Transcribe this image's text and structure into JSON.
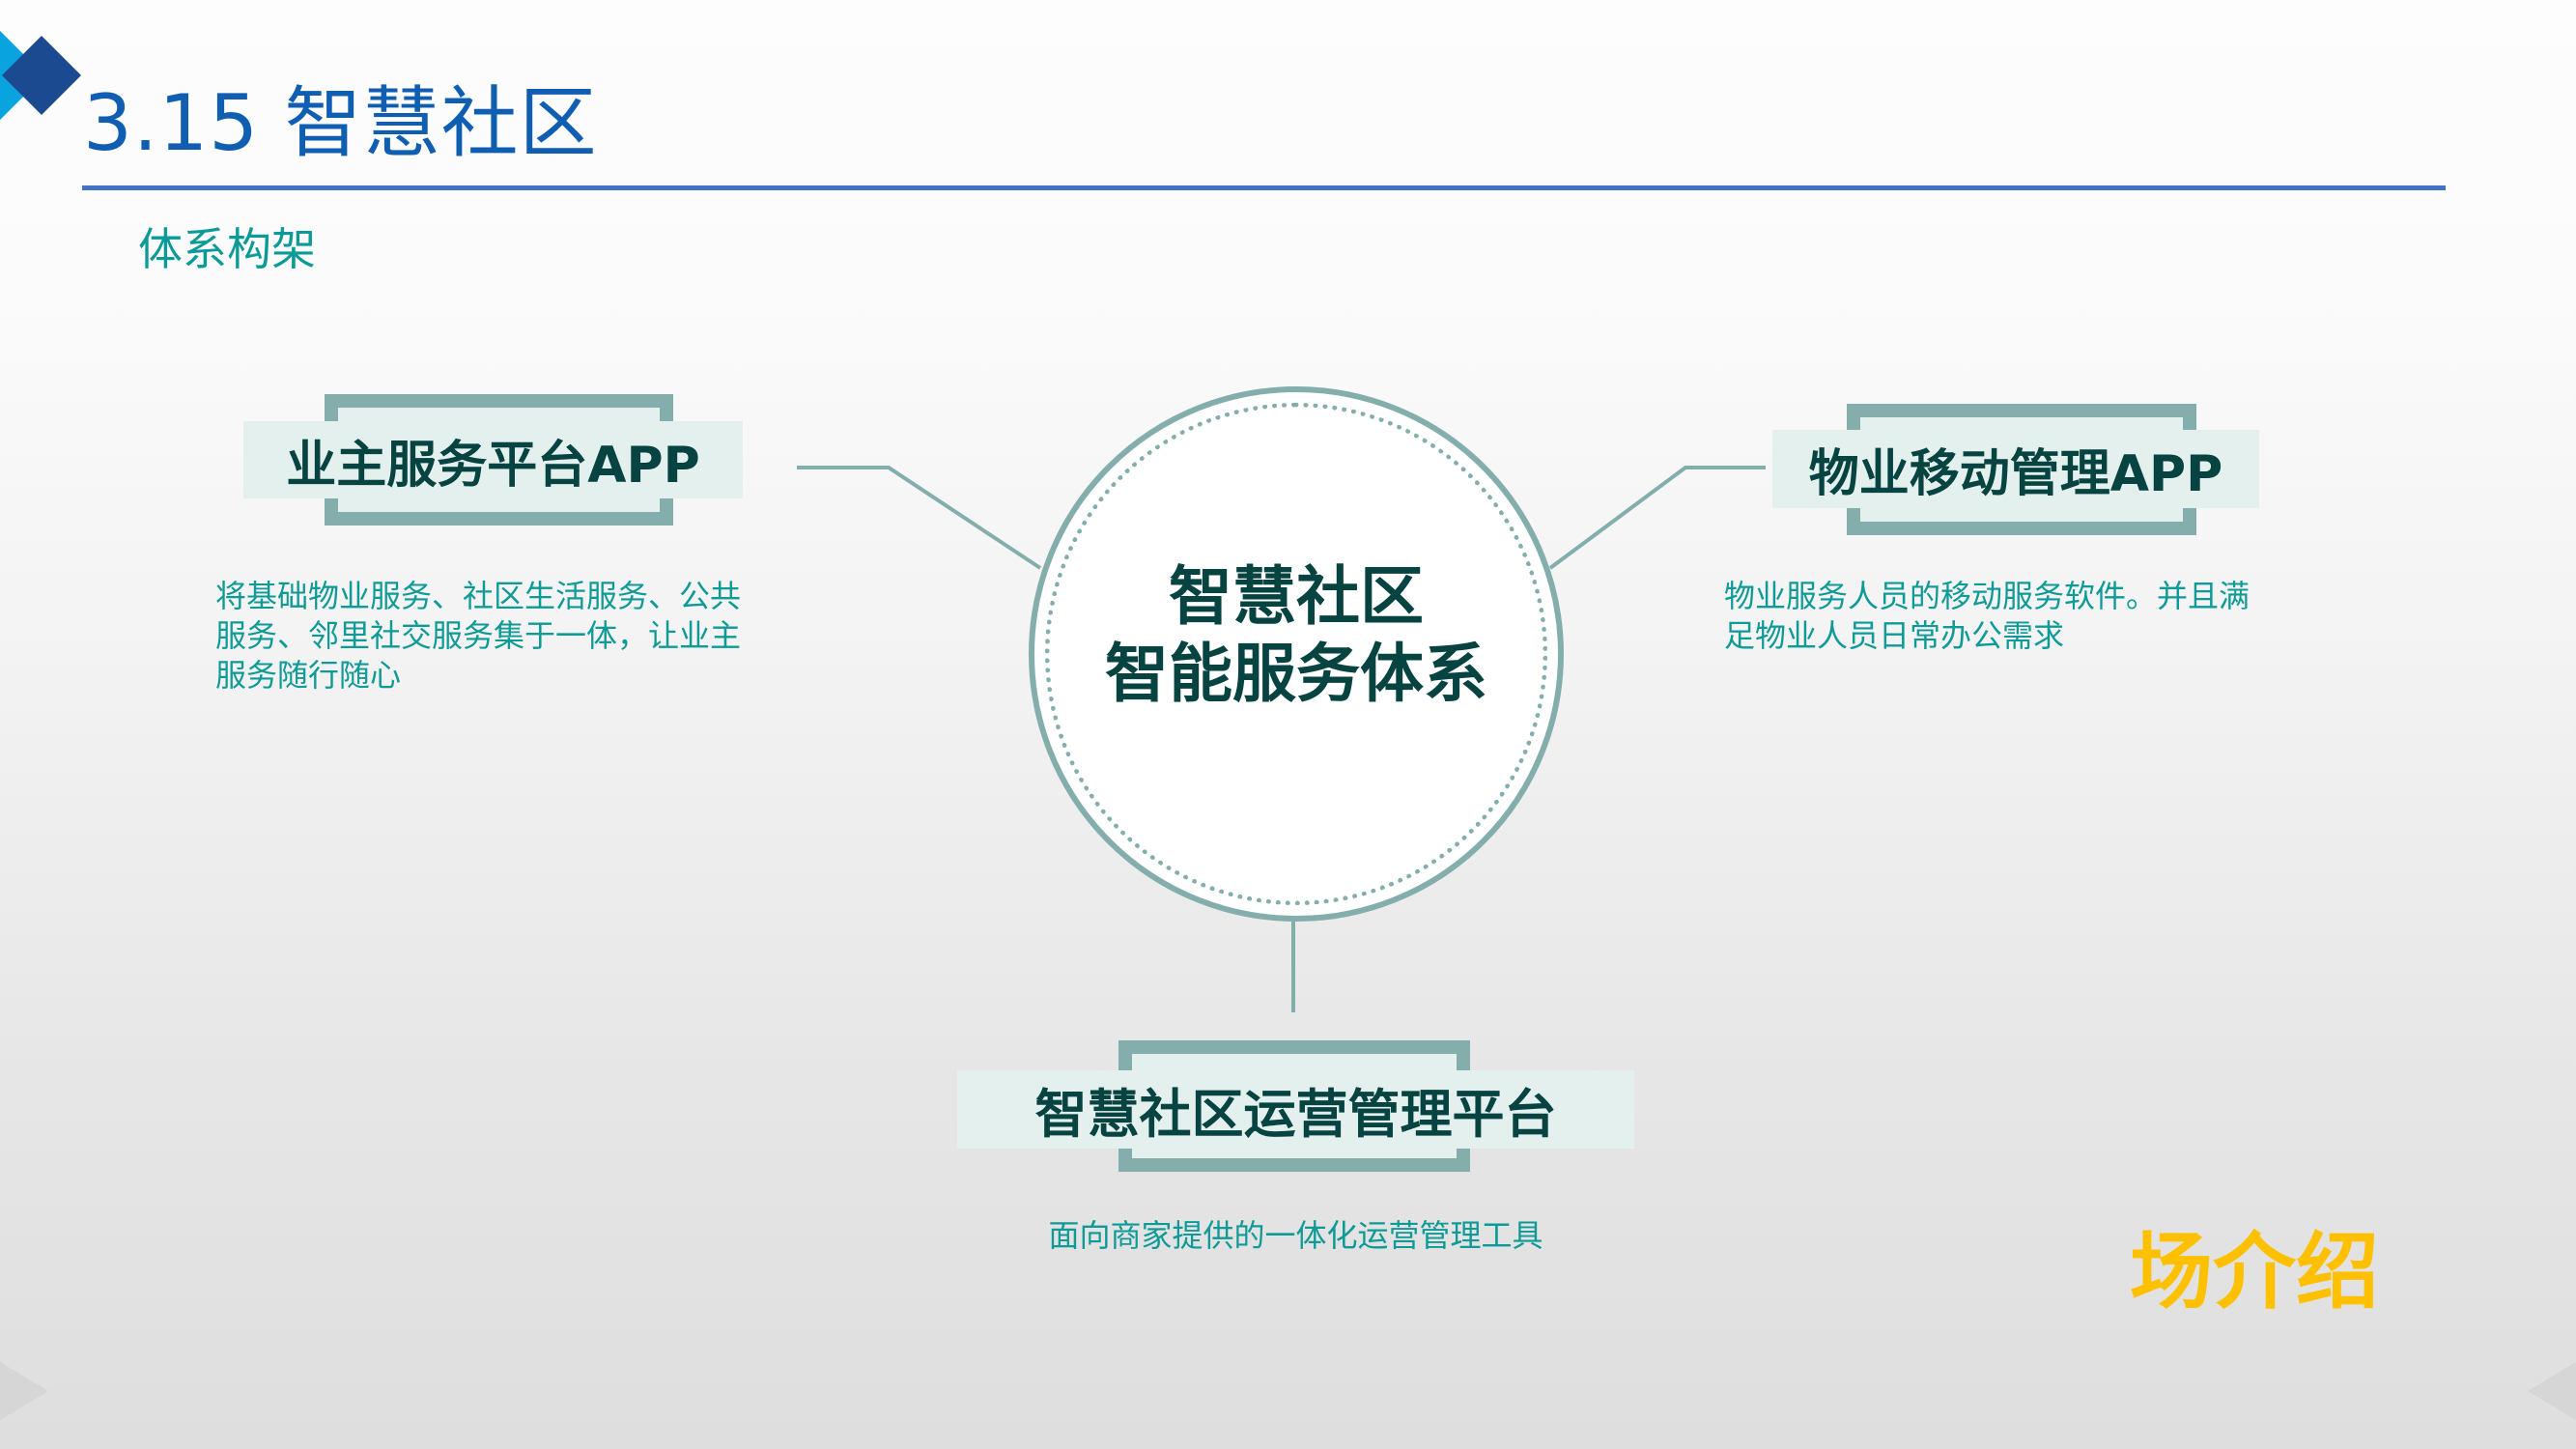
{
  "header": {
    "title": "3.15 智慧社区",
    "subtitle": "体系构架"
  },
  "center": {
    "line1": "智慧社区",
    "line2": "智能服务体系"
  },
  "nodes": [
    {
      "id": "owner-app",
      "title": "业主服务平台APP",
      "description_lines": [
        "将基础物业服务、社区生活服务、公共",
        "服务、邻里社交服务集于一体，让业主",
        "服务随行随心"
      ]
    },
    {
      "id": "property-mobile-app",
      "title": "物业移动管理APP",
      "description_lines": [
        "物业服务人员的移动服务软件。并且满",
        "足物业人员日常办公需求"
      ]
    },
    {
      "id": "operation-platform",
      "title": "智慧社区运营管理平台",
      "description_lines": [
        "面向商家提供的一体化运营管理工具"
      ]
    }
  ],
  "promo_text": "场介绍",
  "colors": {
    "title_blue": "#0F5EB2",
    "rule_blue": "#4472C4",
    "diamond_light": "#09A3E0",
    "diamond_dark": "#1C4A90",
    "teal_text": "#0E9A96",
    "heading_dark": "#064341",
    "bracket": "#83AEAC",
    "band_fill": "#E4F0EE",
    "promo_amber": "#FFC000"
  }
}
